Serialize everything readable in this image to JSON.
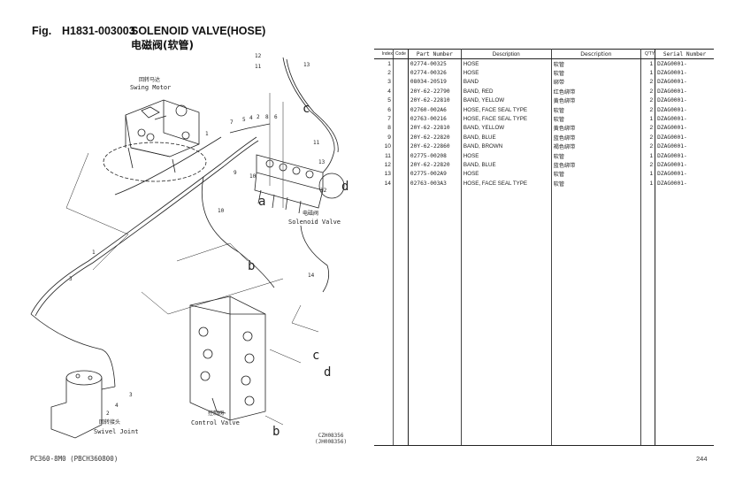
{
  "header": {
    "fig_label": "Fig.",
    "fig_code": "H1831-003003",
    "title": "SOLENOID VALVE(HOSE)",
    "title_cn": "电磁阀(软管)"
  },
  "diagram": {
    "components": [
      {
        "cn": "回转马达",
        "en": "Swing Motor"
      },
      {
        "cn": "电磁阀",
        "en": "Solenoid Valve"
      },
      {
        "cn": "控制阀",
        "en": "Control Valve"
      },
      {
        "cn": "回转接头",
        "en": "Swivel Joint"
      }
    ],
    "callouts": [
      "1",
      "2",
      "3",
      "4",
      "5",
      "6",
      "7",
      "8",
      "9",
      "10",
      "11",
      "12",
      "13",
      "14"
    ],
    "connection_letters": [
      "a",
      "b",
      "c",
      "d"
    ],
    "drawing_numbers": [
      "CZH08356",
      "(JH008356)"
    ]
  },
  "table": {
    "headers": {
      "index": "Index",
      "code": "Code",
      "part_number": "Part Number",
      "description": "Description",
      "description_cn": "Description",
      "qty": "Q'TY",
      "serial": "Serial Number"
    },
    "rows": [
      {
        "index": "1",
        "code": "",
        "part_number": "02774-00325",
        "description": "HOSE",
        "description_cn": "软管",
        "qty": "1",
        "serial": "DZAG0001-"
      },
      {
        "index": "2",
        "code": "",
        "part_number": "02774-00326",
        "description": "HOSE",
        "description_cn": "软管",
        "qty": "1",
        "serial": "DZAG0001-"
      },
      {
        "index": "3",
        "code": "",
        "part_number": "08034-20519",
        "description": "BAND",
        "description_cn": "绑带",
        "qty": "2",
        "serial": "DZAG0001-"
      },
      {
        "index": "4",
        "code": "",
        "part_number": "20Y-62-22790",
        "description": "BAND,  RED",
        "description_cn": "红色绑带",
        "qty": "2",
        "serial": "DZAG0001-"
      },
      {
        "index": "5",
        "code": "",
        "part_number": "20Y-62-22810",
        "description": "BAND,  YELLOW",
        "description_cn": "黄色绑带",
        "qty": "2",
        "serial": "DZAG0001-"
      },
      {
        "index": "6",
        "code": "",
        "part_number": "02760-002A6",
        "description": "HOSE, FACE SEAL TYPE",
        "description_cn": "软管",
        "qty": "2",
        "serial": "DZAG0001-"
      },
      {
        "index": "7",
        "code": "",
        "part_number": "02763-00216",
        "description": "HOSE, FACE SEAL TYPE",
        "description_cn": "软管",
        "qty": "1",
        "serial": "DZAG0001-"
      },
      {
        "index": "8",
        "code": "",
        "part_number": "20Y-62-22810",
        "description": "BAND,  YELLOW",
        "description_cn": "黄色绑带",
        "qty": "2",
        "serial": "DZAG0001-"
      },
      {
        "index": "9",
        "code": "",
        "part_number": "20Y-62-22820",
        "description": "BAND,  BLUE",
        "description_cn": "蓝色绑带",
        "qty": "2",
        "serial": "DZAG0001-"
      },
      {
        "index": "10",
        "code": "",
        "part_number": "20Y-62-22860",
        "description": "BAND,  BROWN",
        "description_cn": "褐色绑带",
        "qty": "2",
        "serial": "DZAG0001-"
      },
      {
        "index": "11",
        "code": "",
        "part_number": "02775-00208",
        "description": "HOSE",
        "description_cn": "软管",
        "qty": "1",
        "serial": "DZAG0001-"
      },
      {
        "index": "12",
        "code": "",
        "part_number": "20Y-62-22820",
        "description": "BAND,  BLUE",
        "description_cn": "蓝色绑带",
        "qty": "2",
        "serial": "DZAG0001-"
      },
      {
        "index": "13",
        "code": "",
        "part_number": "02775-002A9",
        "description": "HOSE",
        "description_cn": "软管",
        "qty": "1",
        "serial": "DZAG0001-"
      },
      {
        "index": "14",
        "code": "",
        "part_number": "02763-003A3",
        "description": "HOSE,  FACE SEAL TYPE",
        "description_cn": "软管",
        "qty": "1",
        "serial": "DZAG0001-"
      }
    ]
  },
  "footer": {
    "model": "PC360-8M0  (PBCH360800)",
    "page": "244"
  }
}
